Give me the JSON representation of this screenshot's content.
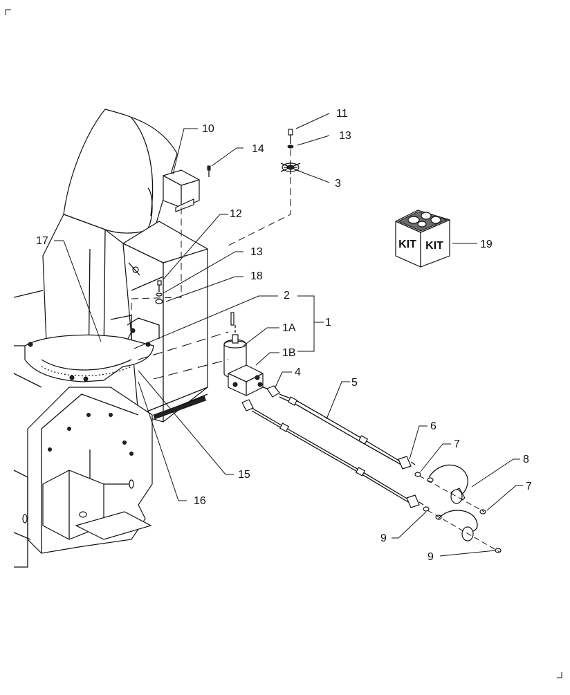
{
  "callouts": [
    {
      "id": "c11",
      "text": "11"
    },
    {
      "id": "c13a",
      "text": "13"
    },
    {
      "id": "c3",
      "text": "3"
    },
    {
      "id": "c10",
      "text": "10"
    },
    {
      "id": "c14",
      "text": "14"
    },
    {
      "id": "c12",
      "text": "12"
    },
    {
      "id": "c17",
      "text": "17"
    },
    {
      "id": "c13b",
      "text": "13"
    },
    {
      "id": "c18",
      "text": "18"
    },
    {
      "id": "c2",
      "text": "2"
    },
    {
      "id": "c1",
      "text": "1"
    },
    {
      "id": "c1a",
      "text": "1A"
    },
    {
      "id": "c1b",
      "text": "1B"
    },
    {
      "id": "c4",
      "text": "4"
    },
    {
      "id": "c5",
      "text": "5"
    },
    {
      "id": "c6",
      "text": "6"
    },
    {
      "id": "c7a",
      "text": "7"
    },
    {
      "id": "c8",
      "text": "8"
    },
    {
      "id": "c7b",
      "text": "7"
    },
    {
      "id": "c15",
      "text": "15"
    },
    {
      "id": "c16",
      "text": "16"
    },
    {
      "id": "c9a",
      "text": "9"
    },
    {
      "id": "c9b",
      "text": "9"
    },
    {
      "id": "c19",
      "text": "19"
    }
  ],
  "kit": {
    "left_label": "KIT",
    "right_label": "KIT"
  }
}
